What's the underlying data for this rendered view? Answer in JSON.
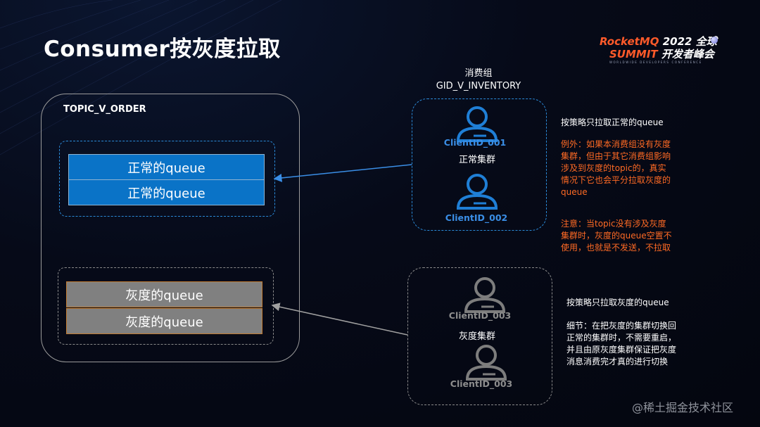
{
  "title": "Consumer按灰度拉取",
  "logo": {
    "brand_part1": "RocketMQ",
    "year_text": "2022 全球",
    "summit_word": "SUMMIT",
    "summit_tag": "开发者峰会",
    "subline": "WORLDWIDE DEVELOPERS CONFERENCE"
  },
  "topic": {
    "label": "TOPIC_V_ORDER",
    "normal_queues": [
      "正常的queue",
      "正常的queue"
    ],
    "gray_queues": [
      "灰度的queue",
      "灰度的queue"
    ]
  },
  "consumer_group": {
    "label": "消费组",
    "name": "GID_V_INVENTORY"
  },
  "normal_cluster": {
    "label": "正常集群",
    "clients": [
      "ClientID_001",
      "ClientID_002"
    ]
  },
  "gray_cluster": {
    "label": "灰度集群",
    "clients": [
      "ClientID_003",
      "ClientID_003"
    ]
  },
  "notes": {
    "normal_strategy": "按策略只拉取正常的queue",
    "exception": [
      "例外：如果本消费组没有灰度",
      "集群，但由于其它消费组影响",
      "涉及到灰度的topic的，真实",
      "情况下它也会平分拉取灰度的",
      "queue"
    ],
    "attention": [
      "注意：当topic没有涉及灰度",
      "集群时，灰度的queue空置不",
      "使用，也就是不发送，不拉取"
    ],
    "gray_strategy": "按策略只拉取灰度的queue",
    "detail": [
      "细节：在把灰度的集群切换回",
      "正常的集群时，不需要重启，",
      "并且由原灰度集群保证把灰度",
      "消息消费完才真的进行切换"
    ]
  },
  "colors": {
    "accent_blue": "#0a73c7",
    "client_blue": "#3a8ee6",
    "orange": "#ff6a24",
    "gray": "#808080"
  },
  "watermark": "@稀土掘金技术社区"
}
